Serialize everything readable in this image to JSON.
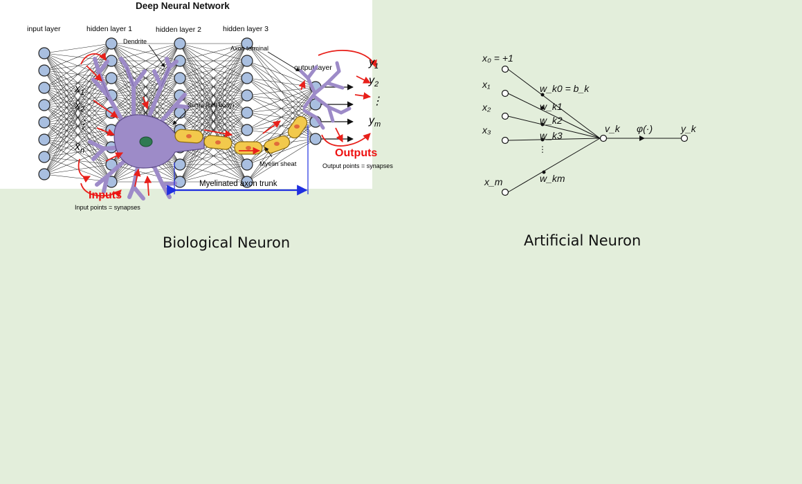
{
  "biological": {
    "caption": "Biological Neuron",
    "labels": {
      "dendrite": "Dendrite",
      "axon_terminal": "Axon terminal",
      "soma": "Soma (cell body)",
      "myelin": "Myelin sheat",
      "trunk": "Myelinated axon trunk",
      "inputs": "Inputs",
      "inputs_sub": "Input points = synapses",
      "outputs": "Outputs",
      "outputs_sub": "Output points = synapses"
    },
    "inputs": [
      "x1",
      "x2",
      "⋮",
      "xn"
    ],
    "outputs": [
      "y1",
      "y2",
      "⋮",
      "ym"
    ],
    "colors": {
      "body": "#9d8bc8",
      "myelin": "#f2c94c",
      "arrows": "#e8201a",
      "trunk": "#1f2fe0",
      "label_red": "#ee1111"
    }
  },
  "artificial": {
    "caption": "Artificial Neuron",
    "x0": "x₀ = +1",
    "inputs": [
      "x₁",
      "x₂",
      "x₃",
      "x_m"
    ],
    "weights": [
      "w_k0 = b_k",
      "w_k1",
      "w_k2",
      "w_k3",
      "w_km"
    ],
    "sum": "v_k",
    "activation": "φ(·)",
    "output": "y_k"
  },
  "network": {
    "title": "Deep Neural Network",
    "layers": [
      {
        "label": "input layer",
        "count": 8
      },
      {
        "label": "hidden layer 1",
        "count": 9
      },
      {
        "label": "hidden layer 2",
        "count": 9
      },
      {
        "label": "hidden layer 3",
        "count": 9
      },
      {
        "label": "output layer",
        "count": 4
      }
    ],
    "node_color": "#a9bfe0"
  }
}
